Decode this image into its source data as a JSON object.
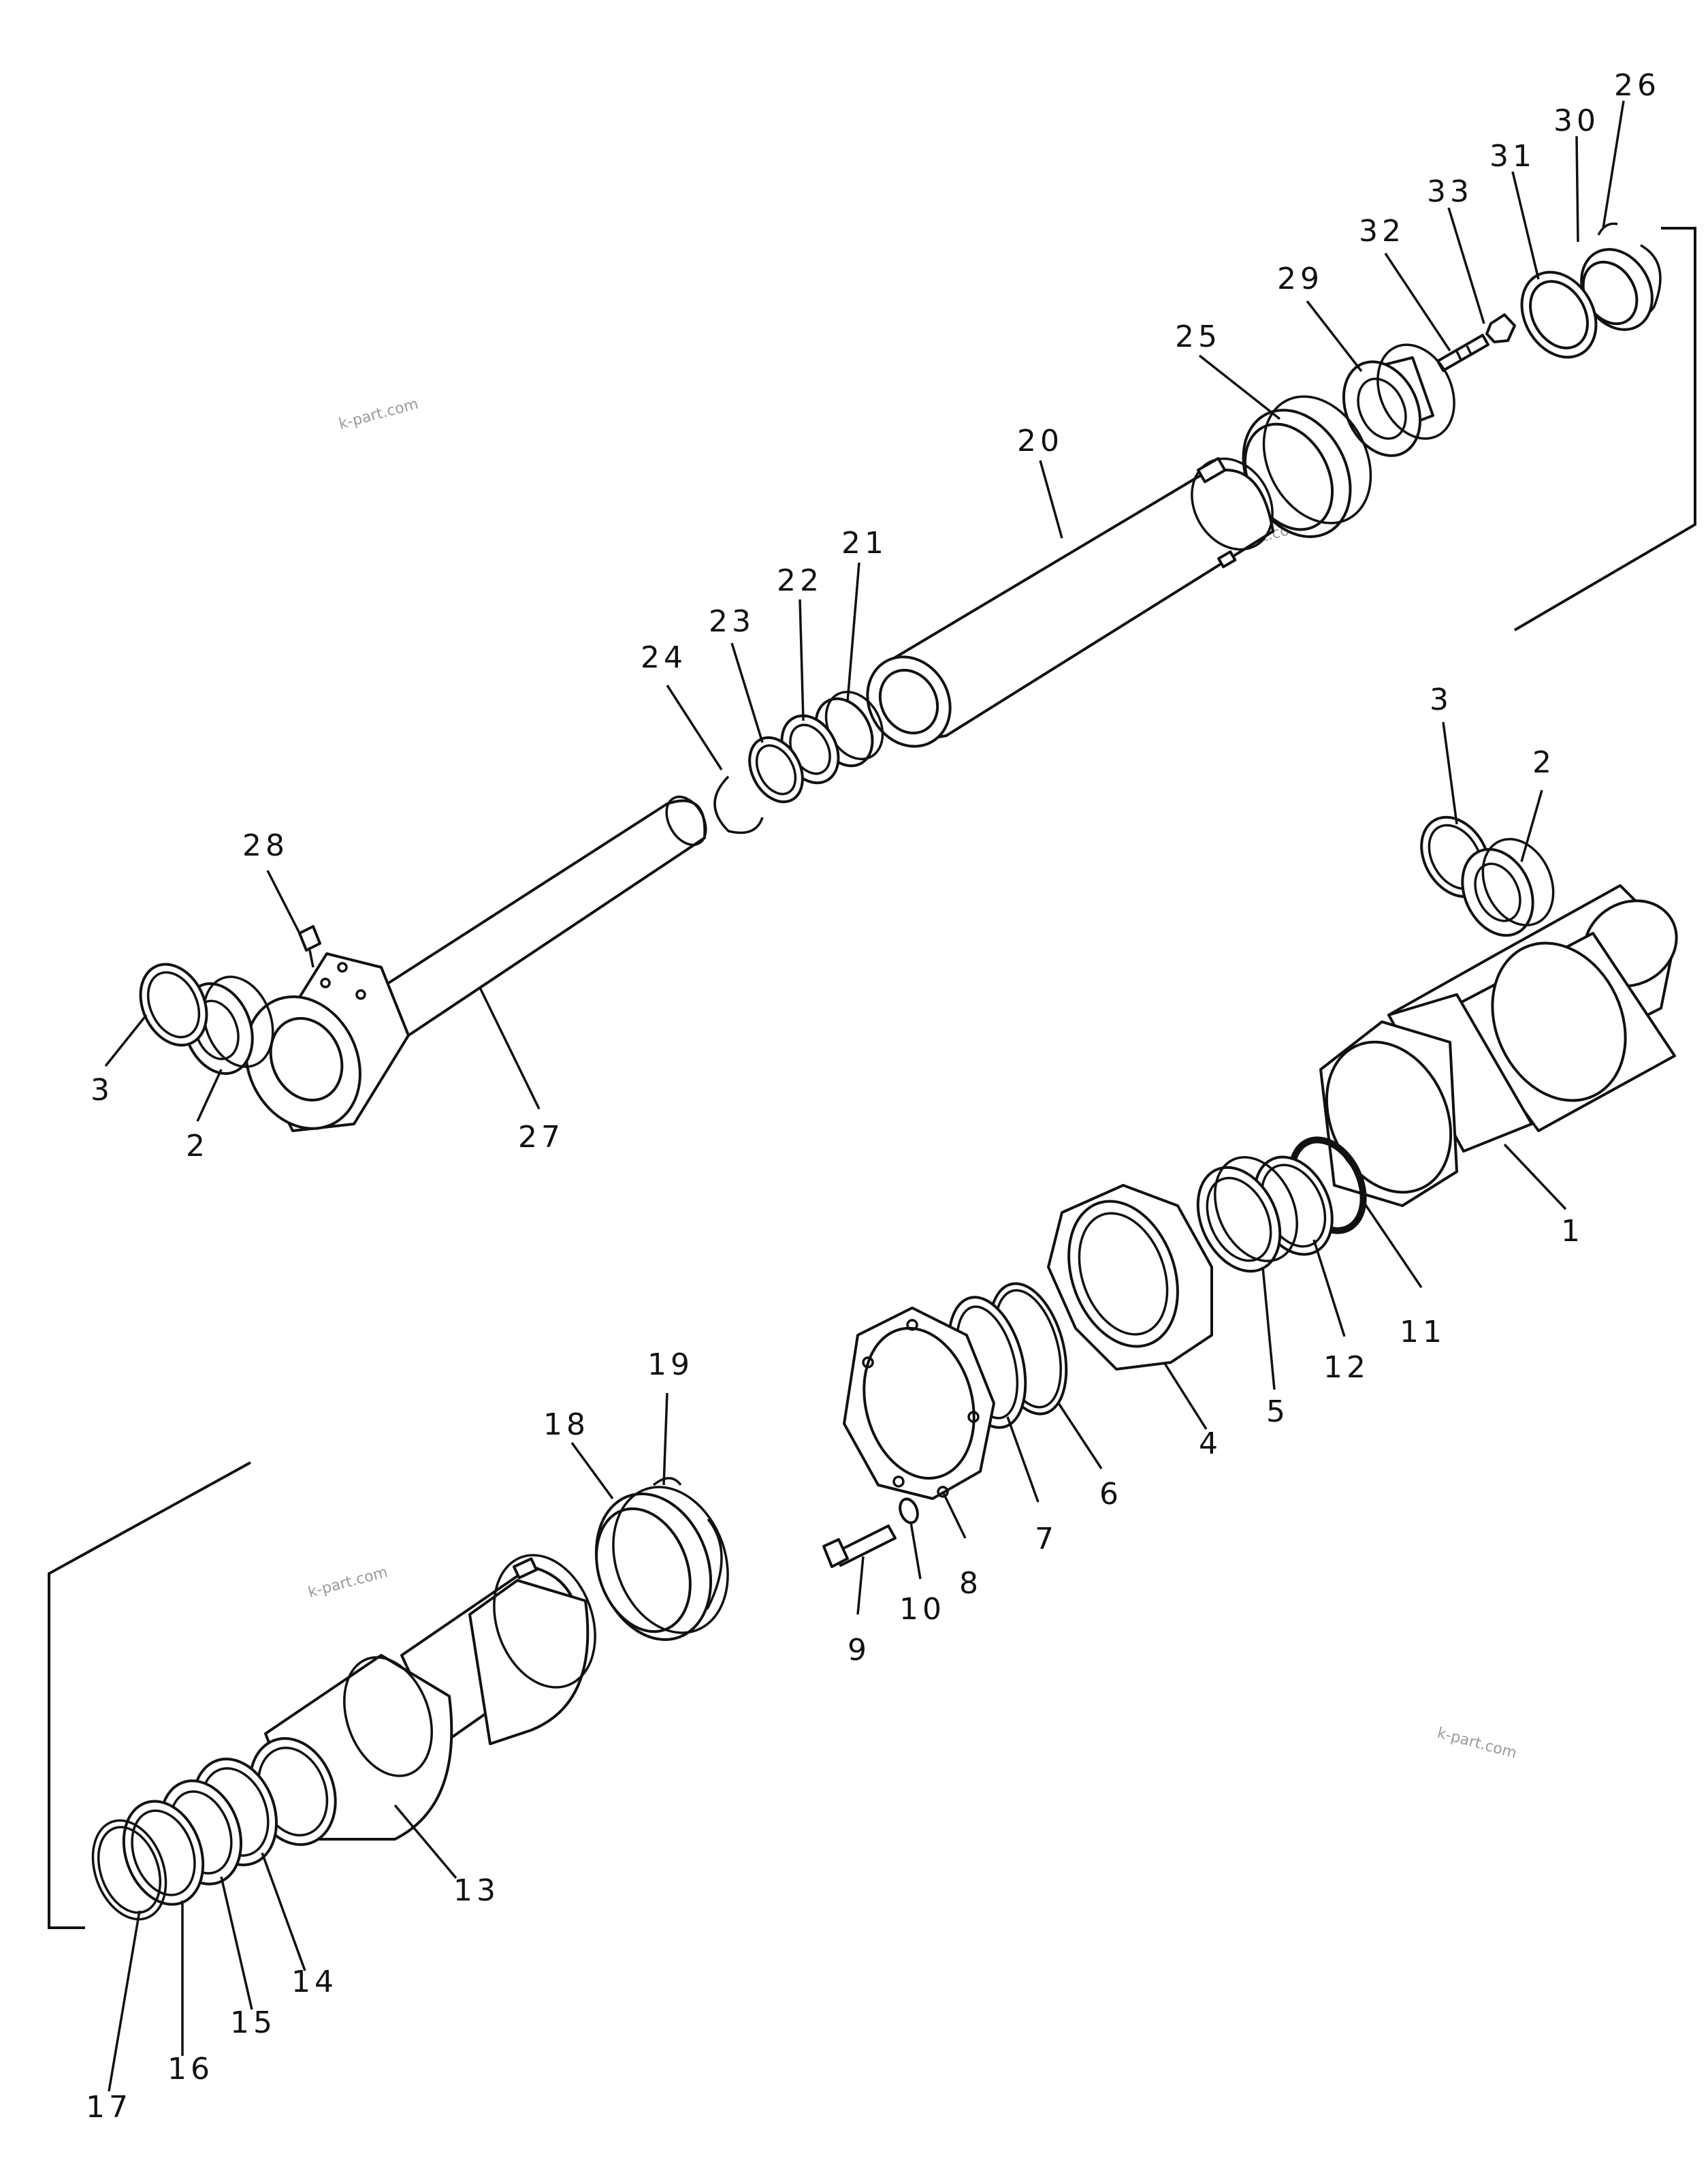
{
  "watermarks": [
    "k-part.com",
    "k-part.com",
    "k-part.com",
    "k-part.com"
  ],
  "callouts": {
    "c1": "1",
    "c2a": "2",
    "c2b": "2",
    "c3a": "3",
    "c3b": "3",
    "c4": "4",
    "c5": "5",
    "c6": "6",
    "c7": "7",
    "c8": "8",
    "c9": "9",
    "c10": "10",
    "c11": "11",
    "c12": "12",
    "c13": "13",
    "c14": "14",
    "c15": "15",
    "c16": "16",
    "c17": "17",
    "c18": "18",
    "c19": "19",
    "c20": "20",
    "c21": "21",
    "c22": "22",
    "c23": "23",
    "c24": "24",
    "c25": "25",
    "c26": "26",
    "c27": "27",
    "c28": "28",
    "c29": "29",
    "c30": "30",
    "c31": "31",
    "c32": "32",
    "c33": "33"
  }
}
